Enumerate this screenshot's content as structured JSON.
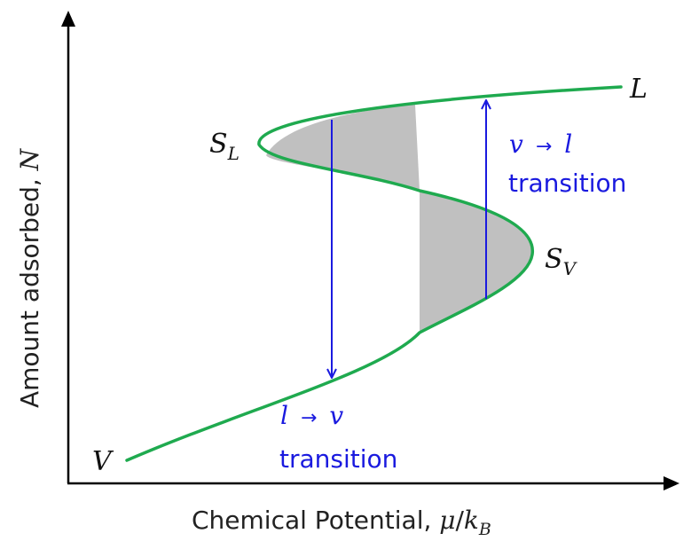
{
  "axes": {
    "x_label_text": "Chemical Potential, ",
    "x_label_mu": "μ",
    "x_label_slash": "/",
    "x_label_k": "k",
    "x_label_sub": "B",
    "y_label_text": "Amount adsorbed, ",
    "y_label_var": "N"
  },
  "curve_labels": {
    "vapor_end": "V",
    "liquid_end": "L",
    "spinodal_liquid_main": "S",
    "spinodal_liquid_sub": "L",
    "spinodal_vapor_main": "S",
    "spinodal_vapor_sub": "V"
  },
  "transitions": {
    "v_to_l": {
      "from": "v",
      "arrow": "→",
      "to": "l",
      "word": "transition"
    },
    "l_to_v": {
      "from": "l",
      "arrow": "→",
      "to": "v",
      "word": "transition"
    }
  },
  "colors": {
    "curve": "#1faa4f",
    "arrows": "#1a1adf",
    "shaded_area": "#c0c0c0",
    "axes": "#000000"
  }
}
